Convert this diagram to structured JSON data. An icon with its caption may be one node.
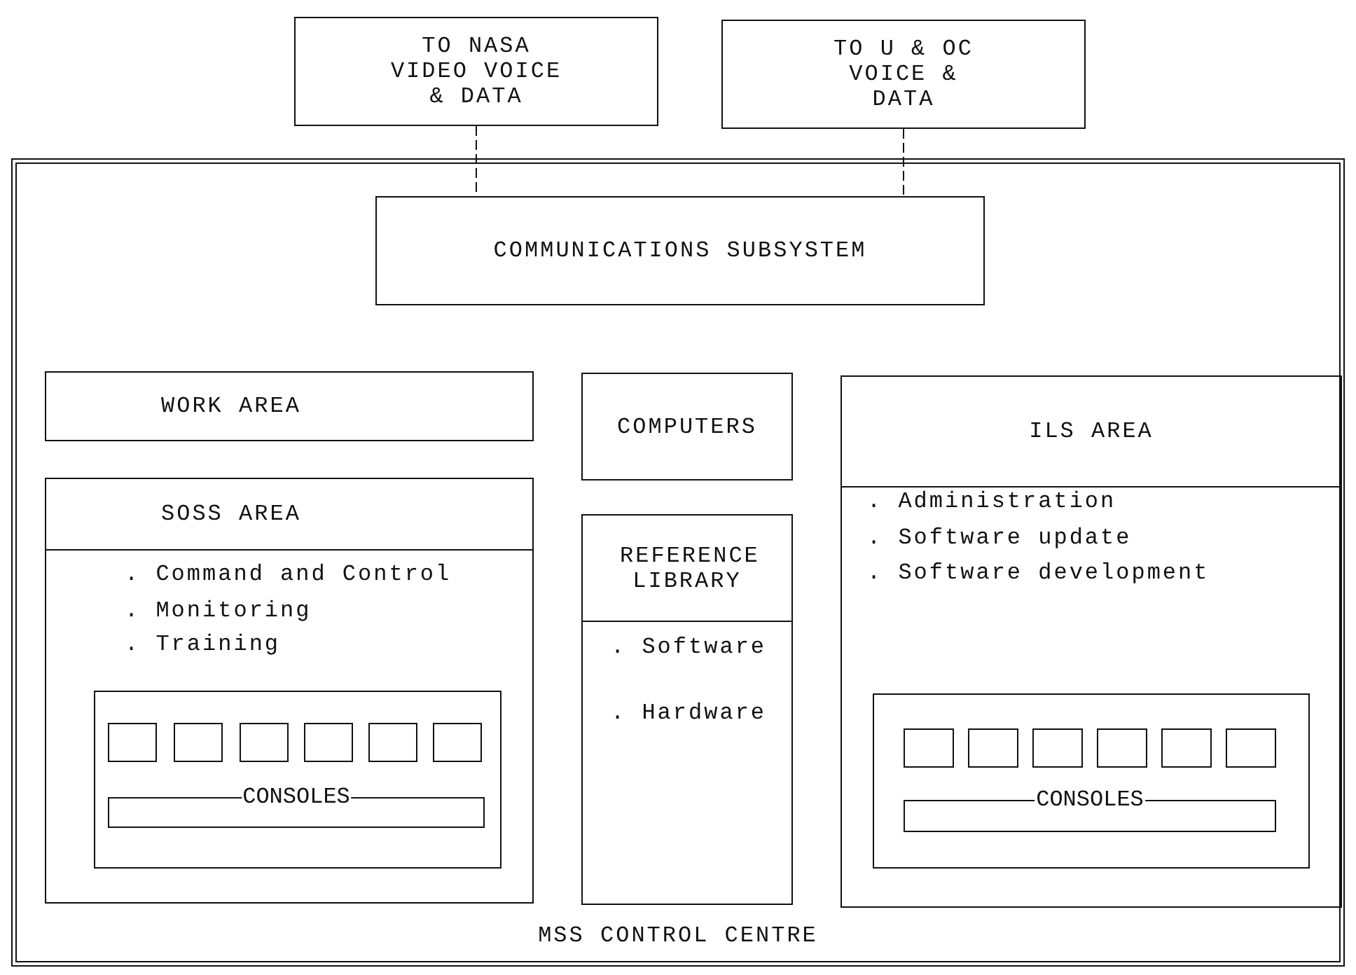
{
  "diagram": {
    "nodes": [
      {
        "text": [
          "TO NASA VIDEO VOICE & DATA"
        ]
      },
      {
        "text": [
          "TO U & OC VOICE & DATA"
        ]
      },
      {
        "text": [
          "MSS CONTROL CENTRE"
        ]
      },
      {
        "text": [
          "COMMUNICATIONS SUBSYSTEM"
        ],
        "in": 2
      },
      {
        "text": [
          "WORK AREA"
        ],
        "in": 2
      },
      {
        "text": [
          "SOSS AREA",
          ". Command and Control",
          ". Monitoring",
          ". Training"
        ],
        "in": 2
      },
      {
        "text": [],
        "shape": "box",
        "in": 5
      },
      {
        "text": [],
        "shape": "box",
        "in": 6
      },
      {
        "text": [],
        "shape": "box",
        "in": 6
      },
      {
        "text": [],
        "shape": "box",
        "in": 6
      },
      {
        "text": [],
        "shape": "box",
        "in": 6
      },
      {
        "text": [],
        "shape": "box",
        "in": 6
      },
      {
        "text": [],
        "shape": "box",
        "in": 6
      },
      {
        "text": [
          "CONSOLES"
        ],
        "in": 6
      },
      {
        "text": [
          "COMPUTERS"
        ],
        "in": 2
      },
      {
        "text": [
          "REFERENCE LIBRARY",
          ". Software",
          ". Hardware"
        ],
        "in": 2
      },
      {
        "text": [
          "ILS AREA",
          ". Administration",
          ". Software update",
          ". Software development"
        ],
        "in": 2
      },
      {
        "text": [],
        "shape": "box",
        "in": 16
      },
      {
        "text": [],
        "shape": "box",
        "in": 17
      },
      {
        "text": [],
        "shape": "box",
        "in": 17
      },
      {
        "text": [],
        "shape": "box",
        "in": 17
      },
      {
        "text": [],
        "shape": "box",
        "in": 17
      },
      {
        "text": [],
        "shape": "box",
        "in": 17
      },
      {
        "text": [],
        "shape": "box",
        "in": 17
      },
      {
        "text": [
          "CONSOLES"
        ],
        "in": 17
      }
    ],
    "edges": [
      {
        "from": 0,
        "to": 3,
        "arrow": "none",
        "style": "dashed"
      },
      {
        "from": 1,
        "to": 3,
        "arrow": "none",
        "style": "dashed"
      }
    ]
  }
}
